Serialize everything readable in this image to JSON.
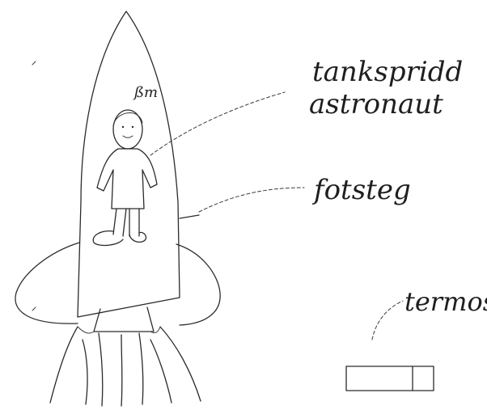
{
  "labels": {
    "initials": "ßm",
    "astronaut_line1": "tankspridd",
    "astronaut_line2": "astronaut",
    "step": "fotsteg",
    "thermos": "termos"
  },
  "colors": {
    "ink": "#2b2b2b",
    "paper": "#ffffff"
  }
}
